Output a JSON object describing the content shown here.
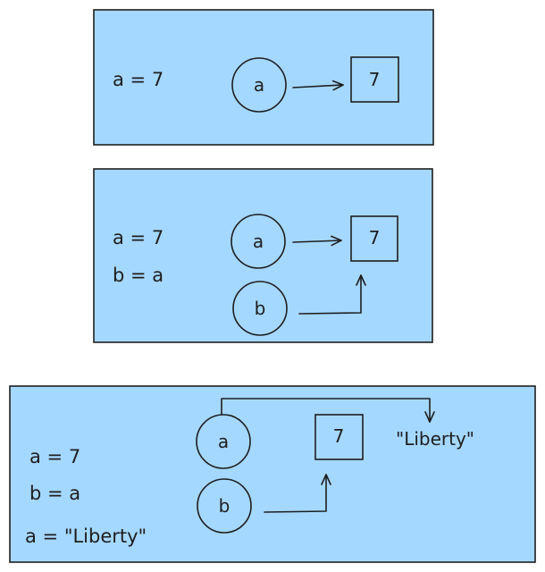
{
  "panels": [
    {
      "code": [
        "a = 7"
      ],
      "nodes": {
        "a": "a",
        "value": "7"
      }
    },
    {
      "code": [
        "a = 7",
        "b = a"
      ],
      "nodes": {
        "a": "a",
        "b": "b",
        "value": "7"
      }
    },
    {
      "code": [
        "a = 7",
        "b = a",
        "a = \"Liberty\""
      ],
      "nodes": {
        "a": "a",
        "b": "b",
        "value": "7",
        "value_new": "\"Liberty\""
      }
    }
  ]
}
